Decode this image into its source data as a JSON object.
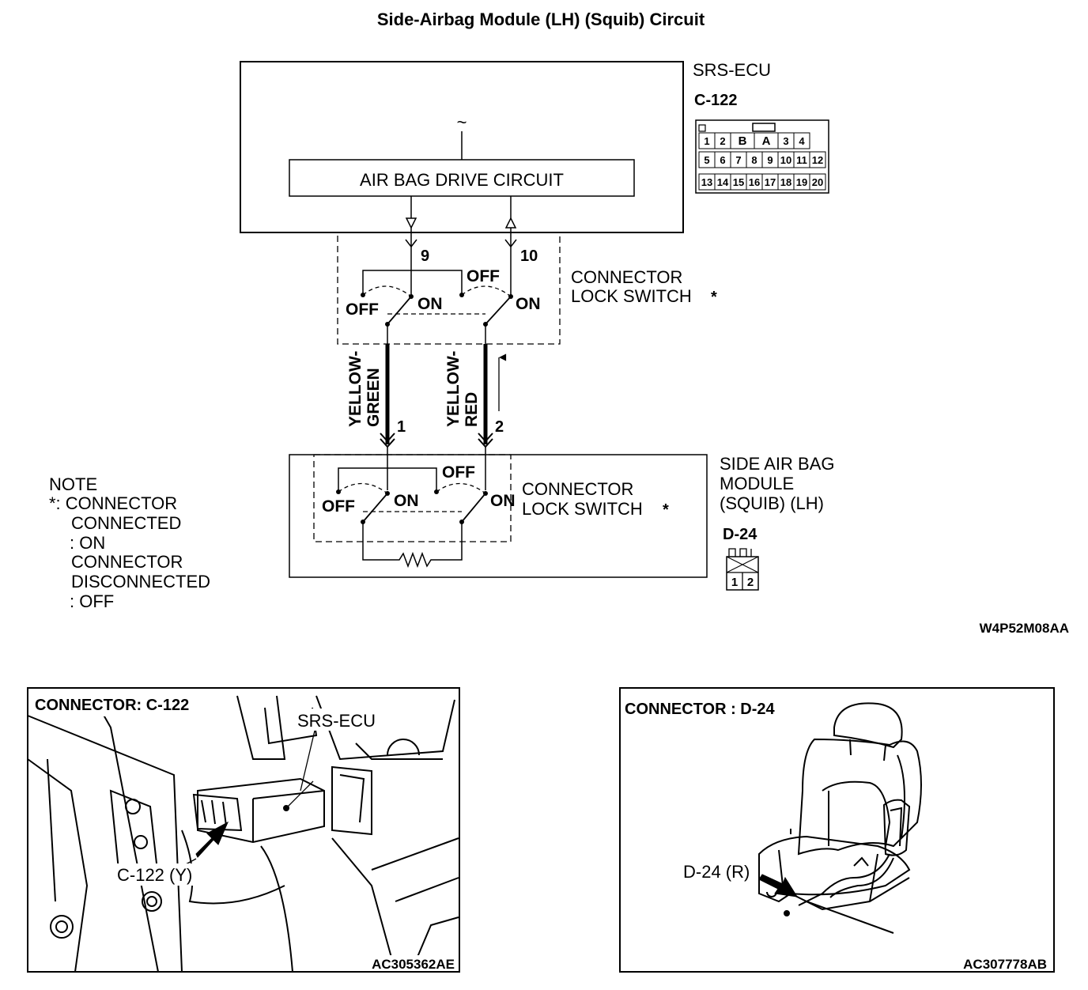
{
  "diagram": {
    "title": "Side-Airbag Module (LH) (Squib) Circuit",
    "ecu": {
      "name": "SRS-ECU",
      "connector": "C-122",
      "ac_symbol": "~",
      "drive_circuit": "AIR BAG DRIVE CIRCUIT",
      "pins": [
        "1",
        "2",
        "B",
        "A",
        "3",
        "4",
        "5",
        "6",
        "7",
        "8",
        "9",
        "10",
        "11",
        "12",
        "13",
        "14",
        "15",
        "16",
        "17",
        "18",
        "19",
        "20"
      ]
    },
    "ecu_terminals": {
      "left": "9",
      "right": "10"
    },
    "lock_switch_label": [
      "CONNECTOR",
      "LOCK SWITCH"
    ],
    "asterisk": "*",
    "switch_states": {
      "on": "ON",
      "off": "OFF"
    },
    "wires": [
      {
        "color_lines": [
          "YELLOW-",
          "GREEN"
        ],
        "terminal": "1"
      },
      {
        "color_lines": [
          "YELLOW-",
          "RED"
        ],
        "terminal": "2"
      }
    ],
    "module": {
      "name_lines": [
        "SIDE AIR BAG",
        "MODULE",
        "(SQUIB) (LH)"
      ],
      "connector": "D-24",
      "pins": [
        "1",
        "2"
      ]
    },
    "note": {
      "heading": "NOTE",
      "lines": [
        "*: CONNECTOR",
        "CONNECTED",
        ": ON",
        "CONNECTOR",
        "DISCONNECTED",
        ": OFF"
      ]
    },
    "figure_code": "W4P52M08AA"
  },
  "panels": [
    {
      "title": "CONNECTOR: C-122",
      "labels": [
        "SRS-ECU",
        "C-122 (Y)"
      ],
      "code": "AC305362AE"
    },
    {
      "title": "CONNECTOR : D-24",
      "labels": [
        "D-24 (R)"
      ],
      "code": "AC307778AB"
    }
  ]
}
